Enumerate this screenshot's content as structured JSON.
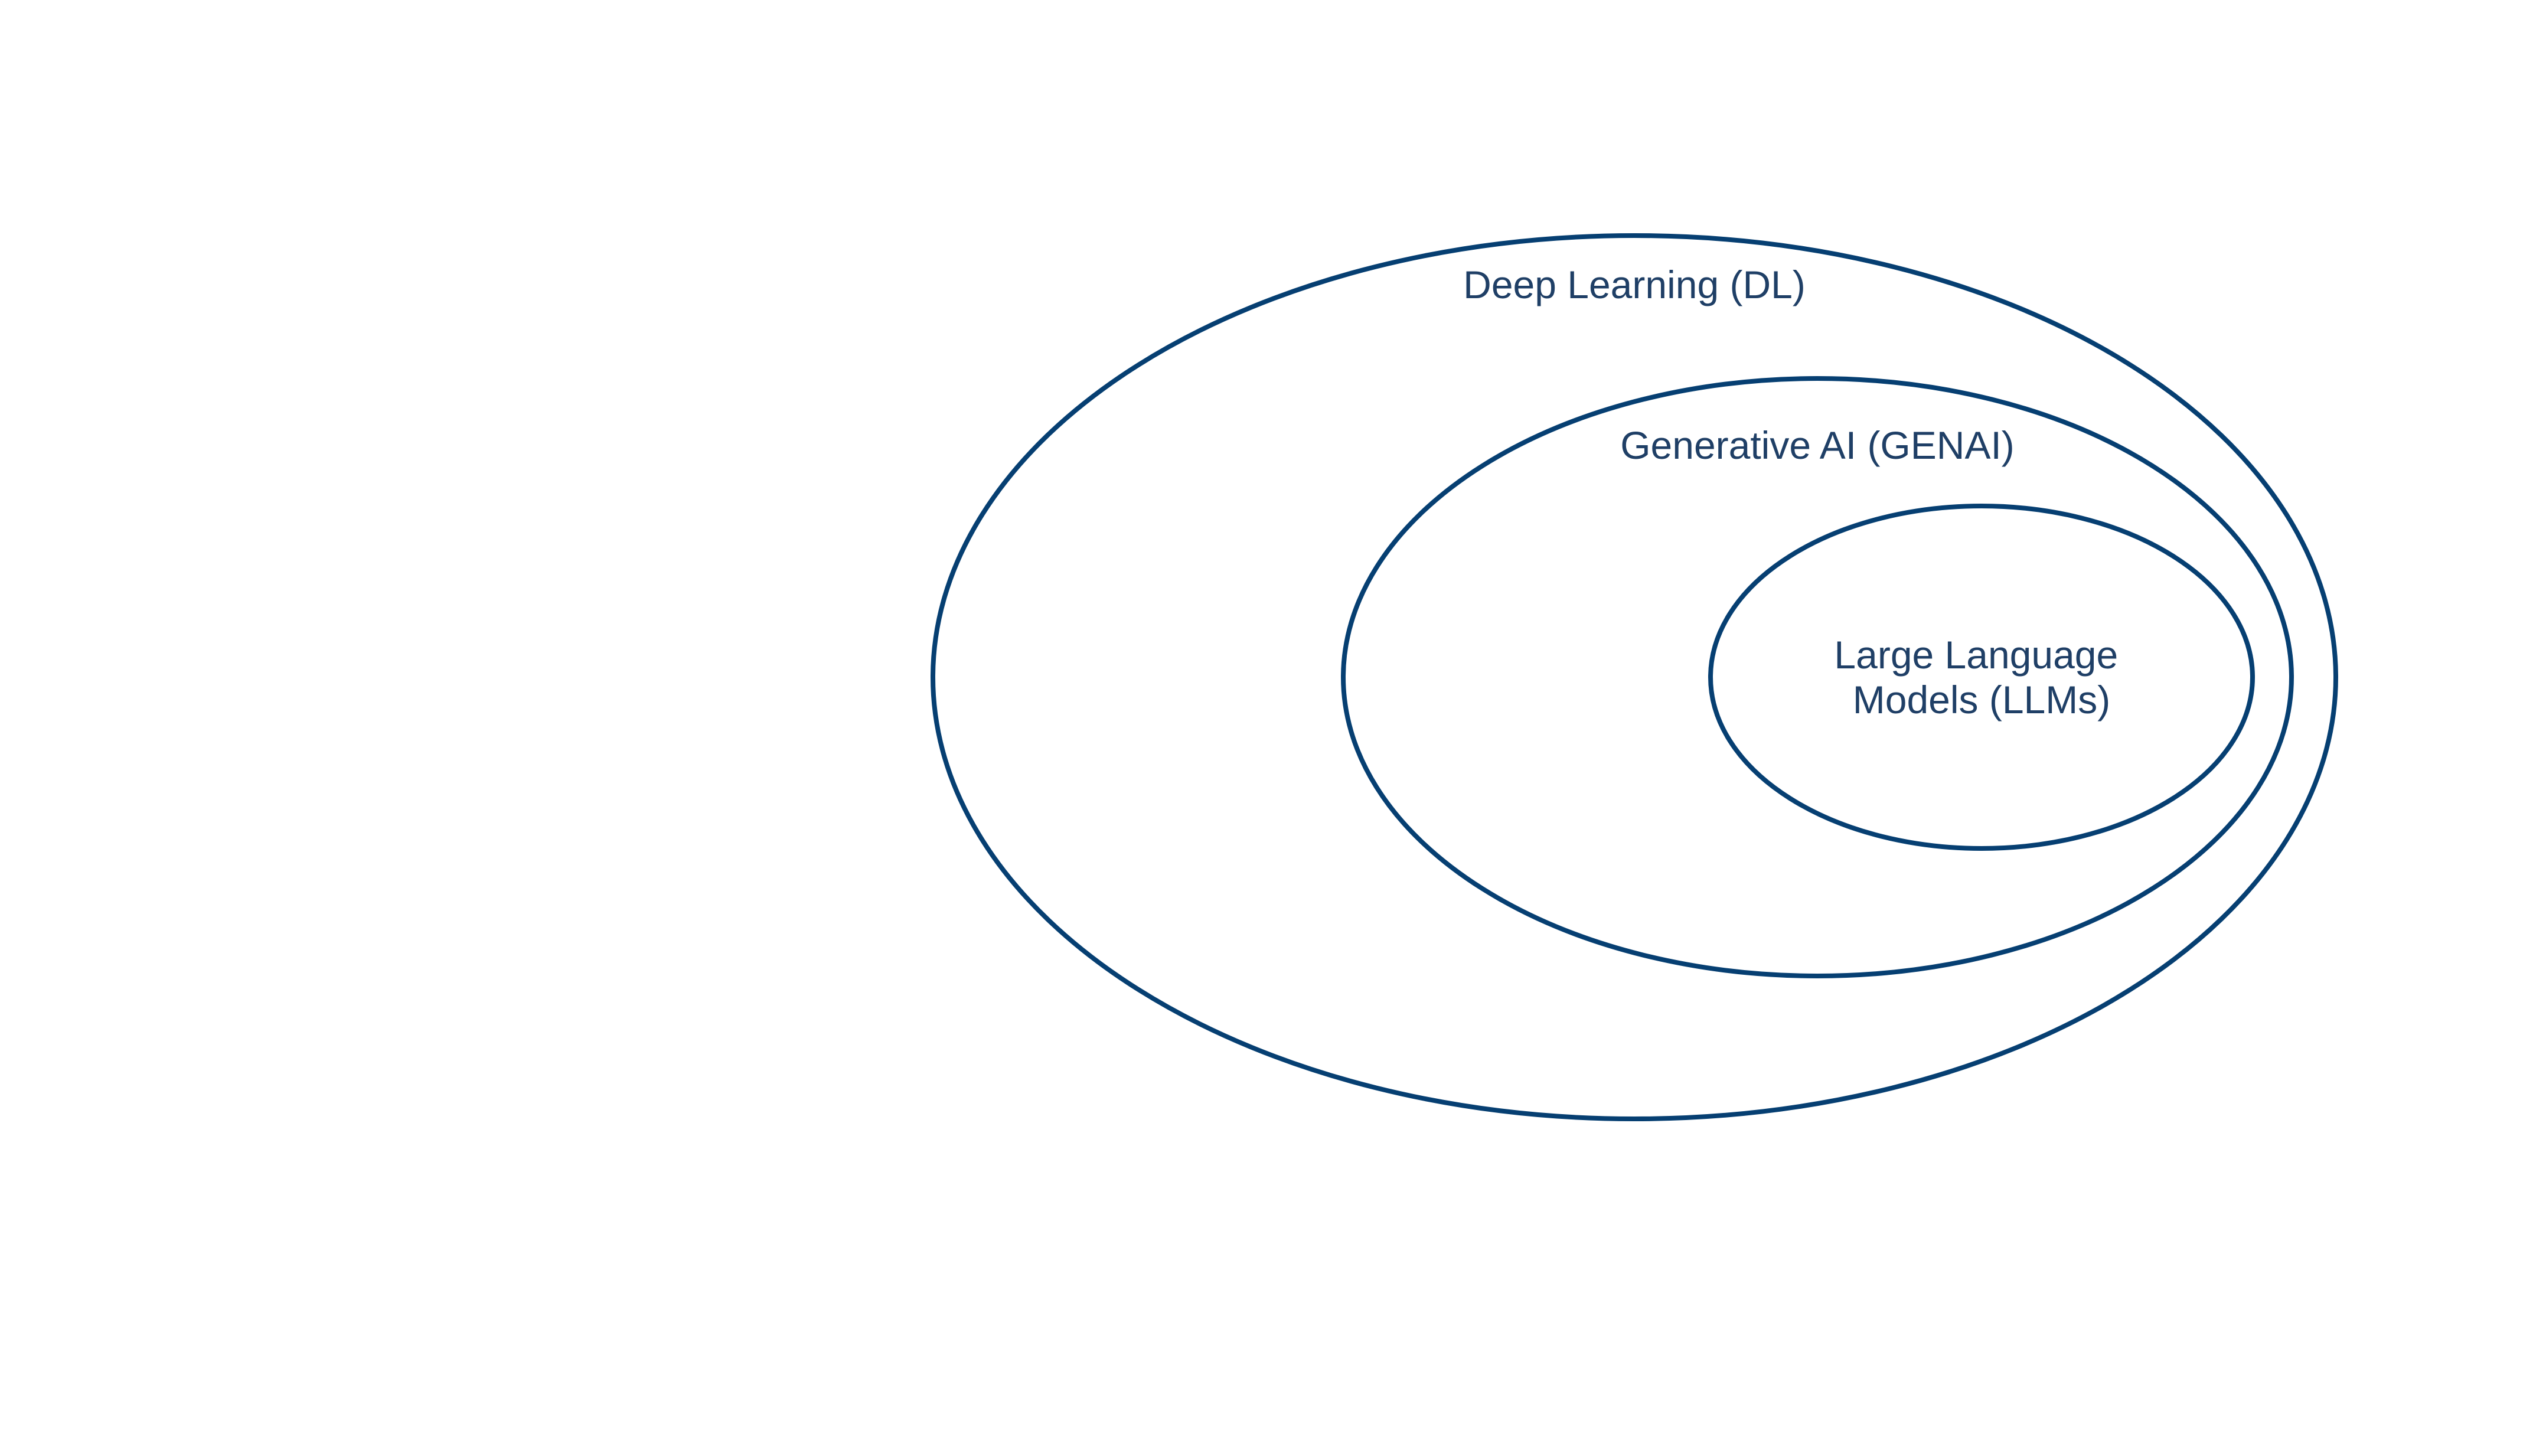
{
  "diagram": {
    "stroke_color": "#063f72",
    "label_color": "#1f3f66",
    "background": "#ffffff",
    "sets": [
      {
        "id": "dl",
        "label": "Deep Learning (DL)"
      },
      {
        "id": "genai",
        "label": "Generative AI (GENAI)"
      },
      {
        "id": "llm",
        "label_lines": [
          "Large Language",
          "Models (LLMs)"
        ]
      }
    ],
    "relations": [
      {
        "inner": "genai",
        "contained_in": "dl"
      },
      {
        "inner": "llm",
        "contained_in": "genai"
      }
    ]
  }
}
